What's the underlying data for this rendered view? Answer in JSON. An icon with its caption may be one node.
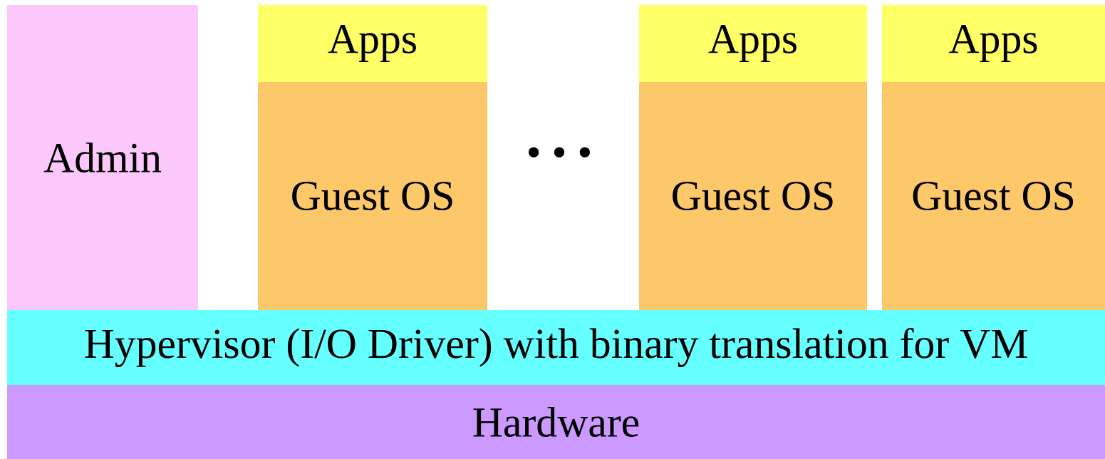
{
  "diagram": {
    "nodes": [
      {
        "text": [
          "Admin"
        ]
      },
      {
        "text": [
          "Apps"
        ]
      },
      {
        "text": [
          "Guest OS"
        ]
      },
      {
        "text": [
          "Apps"
        ]
      },
      {
        "text": [
          "Guest OS"
        ]
      },
      {
        "text": [
          "Apps"
        ]
      },
      {
        "text": [
          "Guest OS"
        ]
      },
      {
        "text": [
          "Hypervisor (I/O Driver) with binary translation for VM"
        ]
      },
      {
        "text": [
          "Hardware"
        ]
      }
    ],
    "labels": [
      "• • •"
    ]
  }
}
